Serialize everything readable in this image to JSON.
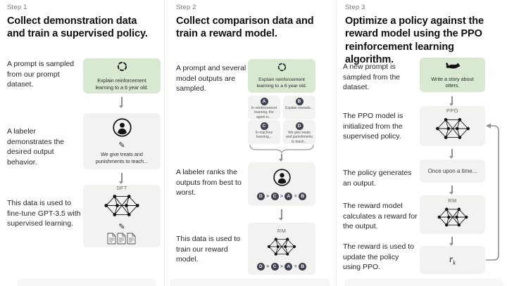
{
  "colors": {
    "green_card": "#d8e8d1",
    "gray_card": "#f2f2f0",
    "dark_badge": "#40414e",
    "arrow": "#8f8f8f"
  },
  "icons": {
    "sample": "dashed-refresh-icon",
    "labeler": "person-in-circle-icon",
    "write": "pencil-icon",
    "model": "neural-network-icon",
    "data": "documents-icon",
    "otter": "otter-icon"
  },
  "steps": [
    {
      "step": "Step 1",
      "heading": "Collect demonstration data and train a supervised policy.",
      "labels": [
        "A prompt is sampled from our prompt dataset.",
        "A labeler demonstrates the desired output behavior.",
        "This data is used to fine-tune GPT-3.5 with supervised learning."
      ],
      "prompt": "Explain reinforcement learning to a 6 year old.",
      "labeler_caption": "We give treats and punishments to teach...",
      "model_tag": "SFT",
      "pencil_glyph": "✎"
    },
    {
      "step": "Step 2",
      "heading": "Collect comparison data and train a reward model.",
      "labels": [
        "A prompt and several model outputs are sampled.",
        "A labeler ranks the outputs from best to worst.",
        "This data is used to train our reward model."
      ],
      "prompt": "Explain reinforcement learning to a 6 year old.",
      "outputs": [
        {
          "letter": "A",
          "text": "In reinforcement learning, the agent is..."
        },
        {
          "letter": "B",
          "text": "Explain rewards..."
        },
        {
          "letter": "C",
          "text": "In machine learning..."
        },
        {
          "letter": "D",
          "text": "We give treats and punishments to teach..."
        }
      ],
      "ranking": {
        "letters": [
          "D",
          "C",
          "A",
          "B"
        ],
        "ops": [
          ">",
          ">",
          "="
        ]
      },
      "model_tag": "RM"
    },
    {
      "step": "Step 3",
      "heading": "Optimize a policy against the reward model using the PPO reinforcement learning algorithm.",
      "labels": [
        "A new prompt is sampled from the dataset.",
        "The PPO model is initialized from the supervised policy.",
        "The policy generates an output.",
        "The reward model calculates a reward for the output.",
        "The reward is used to update the policy using PPO."
      ],
      "prompt": "Write a story about otters.",
      "ppo_tag": "PPO",
      "output_text": "Once upon a time...",
      "rm_tag": "RM",
      "reward_symbol": "r",
      "reward_sub": "k"
    }
  ]
}
